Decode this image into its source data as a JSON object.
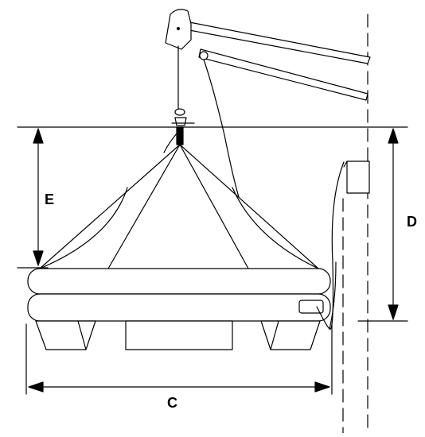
{
  "labels": {
    "c": "C",
    "d": "D",
    "e": "E"
  },
  "colors": {
    "line": "#000000",
    "background": "#ffffff"
  }
}
